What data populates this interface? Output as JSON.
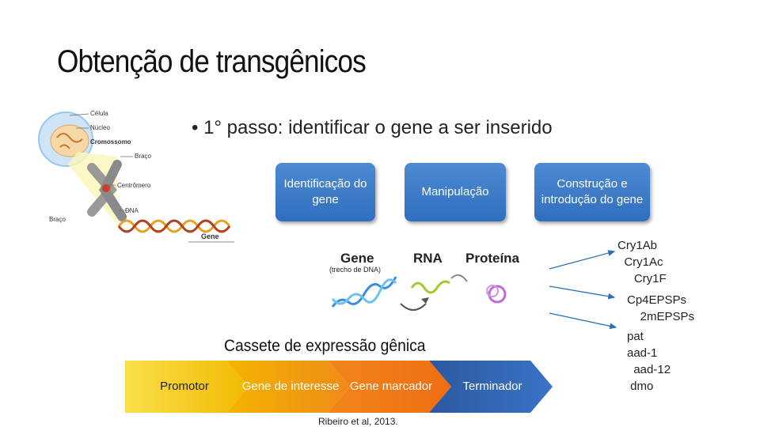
{
  "title": "Obtenção de transgênicos",
  "bullet": "• 1° passo: identificar o gene a ser inserido",
  "steps": [
    "Identificação do gene",
    "Manipulação",
    "Construção e introdução do gene"
  ],
  "cell_figure": {
    "labels": [
      "Célula",
      "Núcleo",
      "Cromossomo",
      "Braço",
      "Centrômero",
      "DNA",
      "Braço",
      "Gene"
    ]
  },
  "central_dogma": {
    "gene": "Gene",
    "gene_sub": "(trecho de DNA)",
    "rna": "RNA",
    "protein": "Proteína"
  },
  "gene_groups": [
    "Cry1Ab\n  Cry1Ac\n     Cry1F",
    "Cp4EPSPs\n    2mEPSPs",
    "pat\naad-1\n  aad-12\n dmo"
  ],
  "cassette": {
    "title": "Cassete de expressão gênica",
    "segments": [
      "Promotor",
      "Gene de interesse",
      "Gene marcador",
      "Terminador"
    ],
    "credit": "Ribeiro et al, 2013."
  },
  "colors": {
    "step_blue": "#3a7bc8",
    "promotor": "#f7c700",
    "gene_interesse": "#f08a1c",
    "gene_marcador": "#f07a10",
    "terminador": "#2a63b3",
    "arrow": "#2e6fb5"
  }
}
